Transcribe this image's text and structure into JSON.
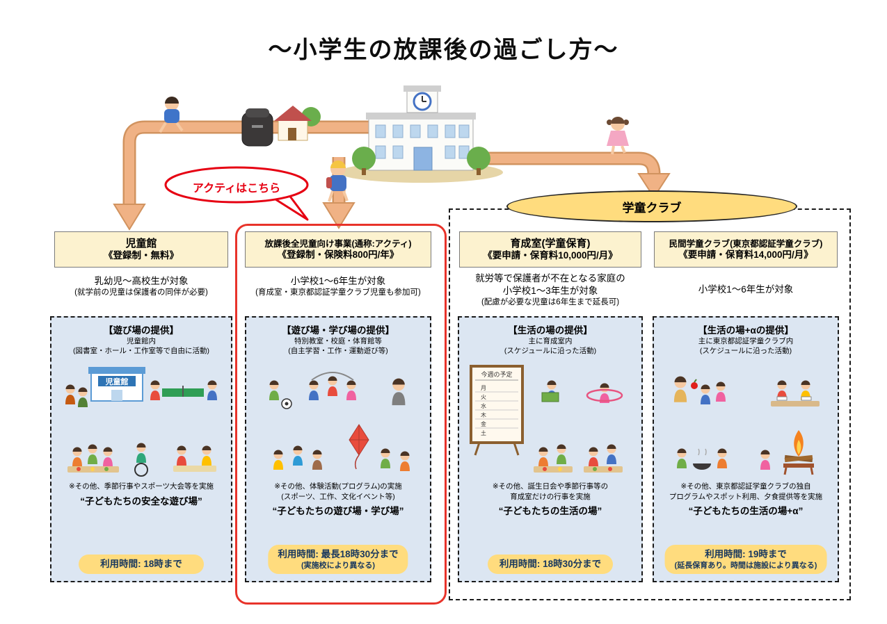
{
  "title": "〜小学生の放課後の過ごし方〜",
  "speech_bubble": "アクティはこちら",
  "gakudou_club_label": "学童クラブ",
  "accent_colors": {
    "highlight_red": "#E8332A",
    "arrow_tan": "#F0B285",
    "panel_blue": "#DCE6F2",
    "box_yellow": "#FFDC7E",
    "header_cream": "#FCF2CF"
  },
  "columns": [
    {
      "header_line1": "児童館",
      "header_line2": "《登録制・無料》",
      "target_line1": "乳幼児〜高校生が対象",
      "target_line2": "(就学前の児童は保護者の同伴が必要)",
      "target_line3": "",
      "panel_title": "【遊び場の提供】",
      "panel_sub1": "児童館内",
      "panel_sub2": "(図書室・ホール・工作室等で自由に活動)",
      "sign_label": "児童館",
      "note_line1": "※その他、季節行事やスポーツ大会等を実施",
      "note_line2": "",
      "slogan": "“子どもたちの安全な遊び場”",
      "time_line1": "利用時間: 18時まで",
      "time_line2": ""
    },
    {
      "header_line1": "放課後全児童向け事業(通称:アクティ)",
      "header_line2": "《登録制・保険料800円/年》",
      "target_line1": "小学校1〜6年生が対象",
      "target_line2": "(育成室・東京都認証学童クラブ児童も参加可)",
      "target_line3": "",
      "panel_title": "【遊び場・学び場の提供】",
      "panel_sub1": "特別教室・校庭・体育館等",
      "panel_sub2": "(自主学習・工作・運動遊び等)",
      "note_line1": "※その他、体験活動(プログラム)の実施",
      "note_line2": "(スポーツ、工作、文化イベント等)",
      "slogan": "“子どもたちの遊び場・学び場”",
      "time_line1": "利用時間: 最長18時30分まで",
      "time_line2": "(実施校により異なる)"
    },
    {
      "header_line1": "育成室(学童保育)",
      "header_line2": "《要申請・保育料10,000円/月》",
      "target_line1": "就労等で保護者が不在となる家庭の",
      "target_line2": "小学校1〜3年生が対象",
      "target_line3": "(配慮が必要な児童は6年生まで延長可)",
      "panel_title": "【生活の場の提供】",
      "panel_sub1": "主に育成室内",
      "panel_sub2": "(スケジュールに沿った活動)",
      "schedule_title": "今週の予定",
      "schedule_days": [
        "月",
        "火",
        "水",
        "木",
        "金",
        "土"
      ],
      "note_line1": "※その他、誕生日会や季節行事等の",
      "note_line2": "育成室だけの行事を実施",
      "slogan": "“子どもたちの生活の場”",
      "time_line1": "利用時間: 18時30分まで",
      "time_line2": ""
    },
    {
      "header_line1": "民間学童クラブ(東京都認証学童クラブ)",
      "header_line2": "《要申請・保育料14,000円/月》",
      "target_line1": "小学校1〜6年生が対象",
      "target_line2": "",
      "target_line3": "",
      "panel_title": "【生活の場+αの提供】",
      "panel_sub1": "主に東京都認証学童クラブ内",
      "panel_sub2": "(スケジュールに沿った活動)",
      "note_line1": "※その他、東京都認証学童クラブの独自",
      "note_line2": "プログラムやスポット利用、夕食提供等を実施",
      "slogan": "“子どもたちの生活の場+α”",
      "time_line1": "利用時間: 19時まで",
      "time_line2": "(延長保育あり。時間は施設により異なる)"
    }
  ]
}
